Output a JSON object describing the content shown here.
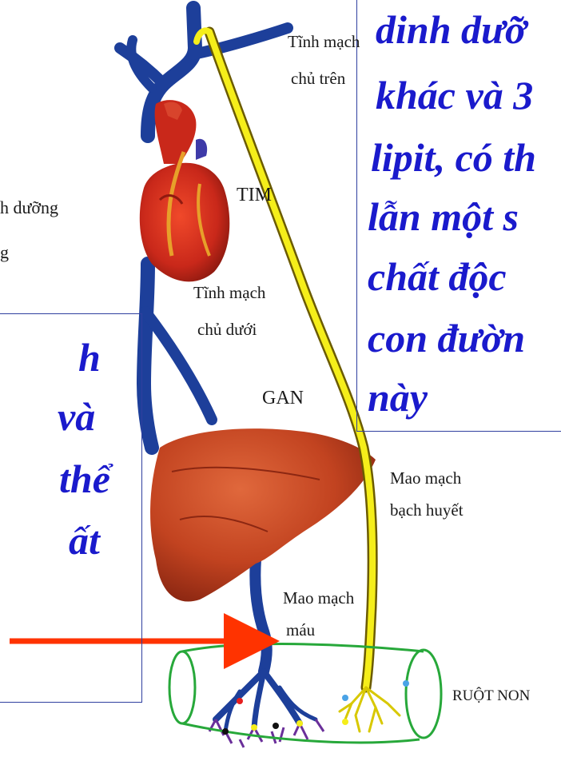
{
  "left_labels": [
    "h dưỡng",
    "g"
  ],
  "labels": {
    "tinh_mach_chu_tren_1": "Tĩnh mạch",
    "tinh_mach_chu_tren_2": "chủ trên",
    "tim": "TIM",
    "tinh_mach_chu_duoi_1": "Tĩnh mạch",
    "tinh_mach_chu_duoi_2": "chủ  dưới",
    "gan": "GAN",
    "mao_mach_bach_huyet_1": "Mao mạch",
    "mao_mach_bach_huyet_2": "bạch huyết",
    "mao_mach_mau_1": "Mao mạch",
    "mao_mach_mau_2": "máu",
    "ruot_non": "RUỘT NON"
  },
  "left_box_lines": [
    "h",
    "và",
    "thể",
    "ất"
  ],
  "right_box_lines": [
    "dinh dưỡ",
    "khác và 3",
    "lipit, có th",
    "lẫn một s",
    "chất độc",
    "con đườn",
    "này"
  ],
  "colors": {
    "vein": "#1d3f9a",
    "lymph": "#f5ee1a",
    "heart": "#cc2a1a",
    "liver": "#c8401e",
    "intestine": "#27a83a",
    "arrow": "#ff3300",
    "text_blue": "#1a1acc"
  }
}
